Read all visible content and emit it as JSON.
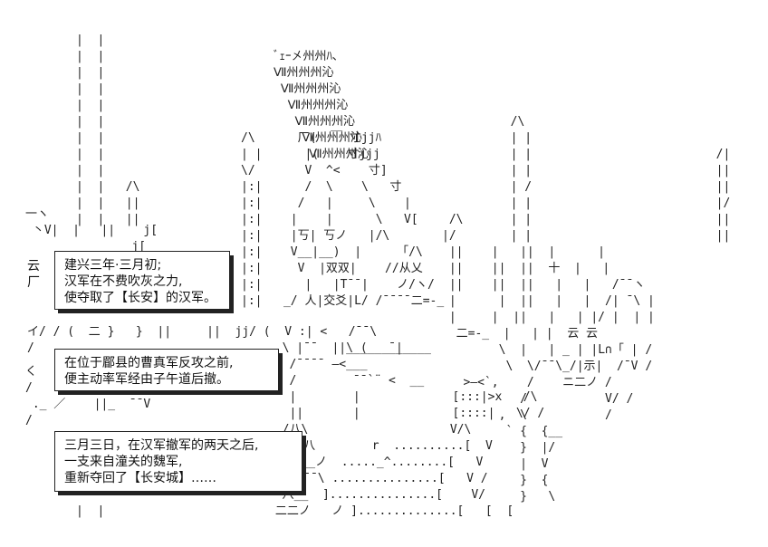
{
  "captions": {
    "caption1": {
      "lines": [
        "建兴三年·三月初;",
        "汉军在不费吹灰之力,",
        "使夺取了【长安】的汉军。"
      ]
    },
    "caption2": {
      "lines": [
        "在位于郿县的曹真军反攻之前,",
        "便主动率军经由子午道后撤。"
      ]
    },
    "caption3": {
      "lines": [
        "三月三日，在汉军撤军的两天之后,",
        "一支来自潼关的魏军,",
        "重新夺回了【长安城】……"
      ]
    }
  },
  "art_labels": {
    "building_top": "ﾞｪｰ㐅州州ﾊ､",
    "building_rows": [
      "Ⅶ州州州沁",
      "Ⅶ州州州沁",
      "Ⅶ州州州沁",
      "Ⅶ州州州沁",
      "Ⅶ州州州沁",
      "Ⅶ州州州沁"
    ],
    "gate_marks": [
      "寸jjﾊ",
      "寸jjj",
      "寸]",
      "寸"
    ],
    "wall_marks": [
      "丂|",
      "丂ノ",
      "双双|",
      "从乂",
      "人|交爻|"
    ],
    "cloud_marks": [
      "云",
      "厂",
      "云 云",
      "示|",
      "ニ二ノ",
      "L∩「"
    ]
  }
}
